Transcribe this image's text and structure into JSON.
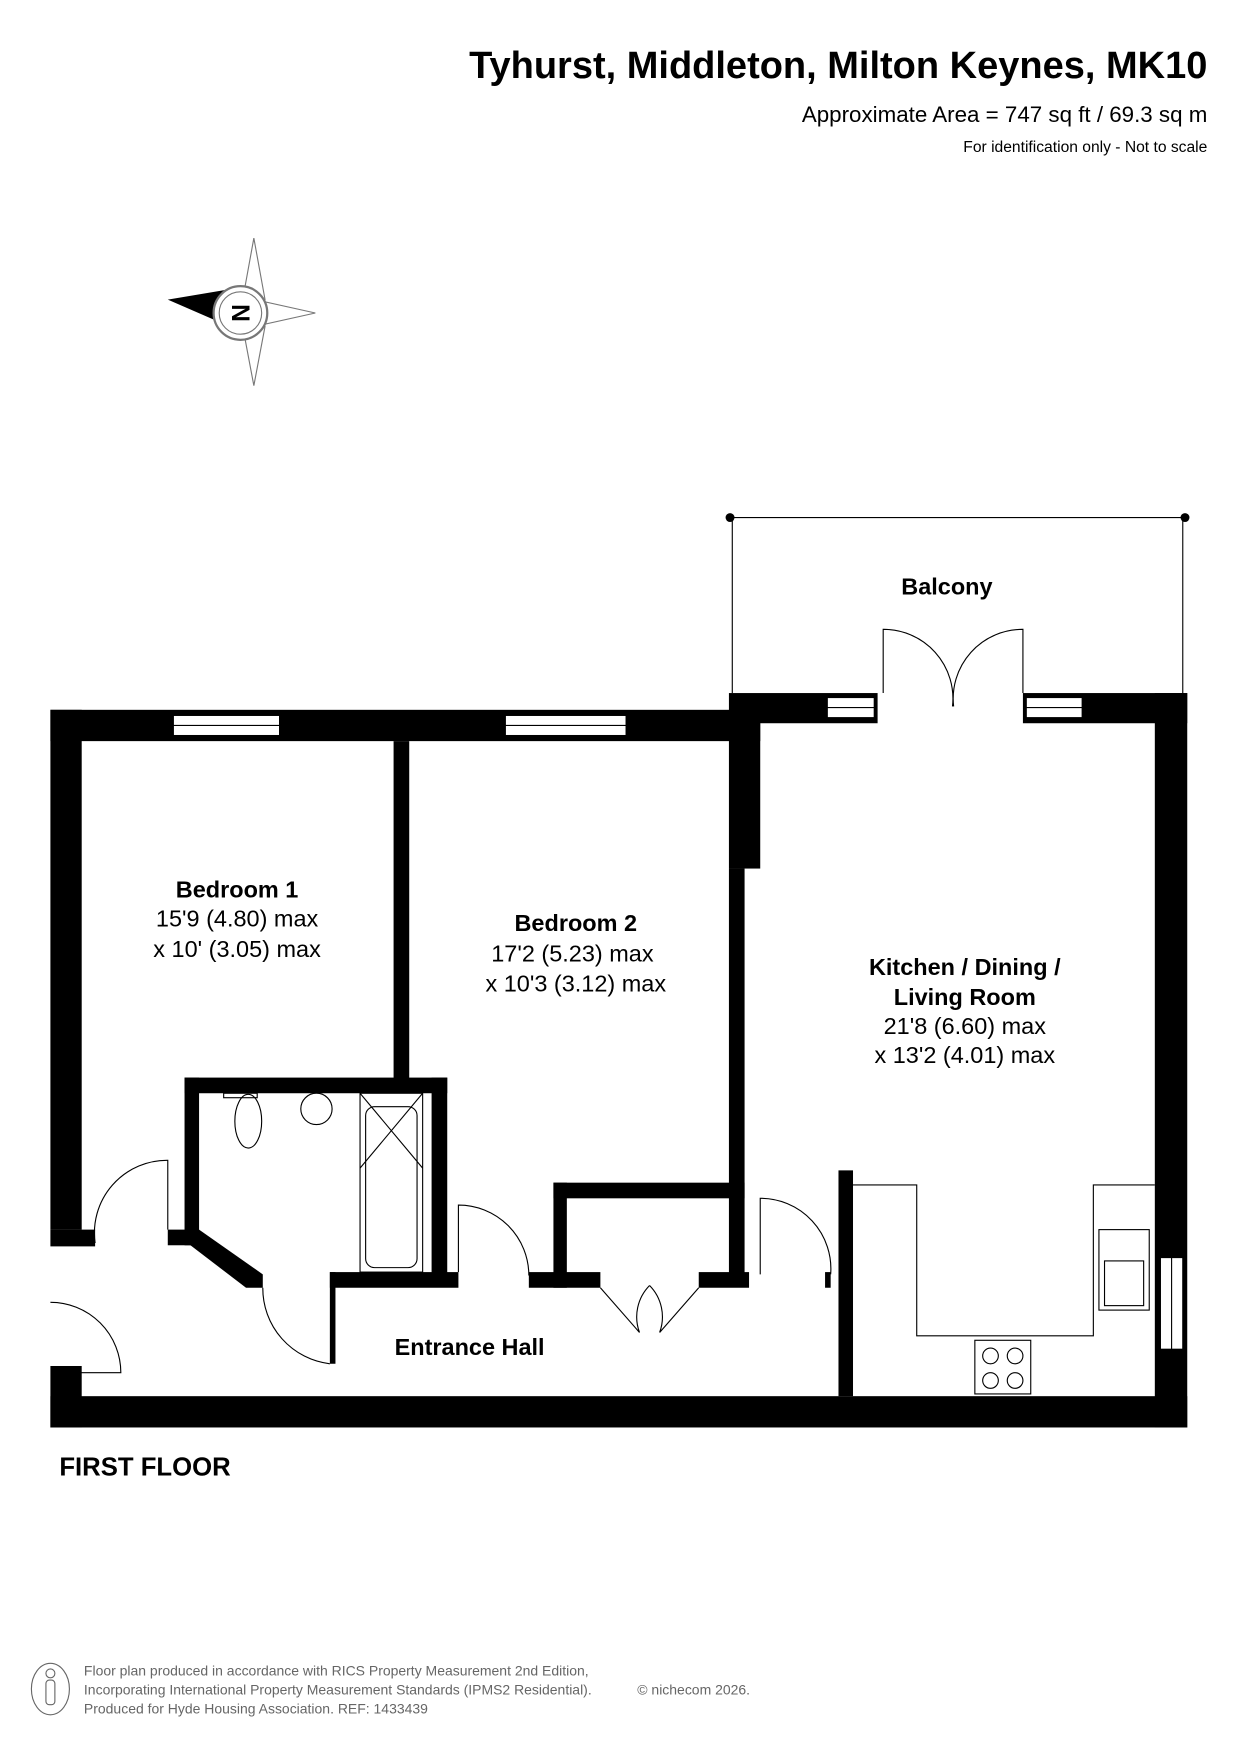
{
  "header": {
    "title": "Tyhurst, Middleton, Milton Keynes, MK10",
    "area": "Approximate Area = 747 sq ft / 69.3 sq m",
    "note": "For identification only - Not to scale"
  },
  "compass": {
    "label": "N"
  },
  "rooms": {
    "balcony": {
      "name": "Balcony"
    },
    "bedroom1": {
      "name": "Bedroom 1",
      "dim1": "15'9 (4.80) max",
      "dim2": "x 10' (3.05) max"
    },
    "bedroom2": {
      "name": "Bedroom 2",
      "dim1": "17'2 (5.23) max",
      "dim2": "x 10'3 (3.12) max"
    },
    "kitchen": {
      "name1": "Kitchen / Dining /",
      "name2": "Living Room",
      "dim1": "21'8 (6.60) max",
      "dim2": "x 13'2 (4.01) max"
    },
    "hall": {
      "name": "Entrance Hall"
    }
  },
  "floor_label": "FIRST FLOOR",
  "footer": {
    "line1": "Floor plan produced in accordance with RICS Property Measurement 2nd Edition,",
    "line2": "Incorporating International Property Measurement Standards (IPMS2 Residential).",
    "copyright": "© nichecom 2026.",
    "line3": "Produced for Hyde Housing Association.  REF: 1433439"
  }
}
